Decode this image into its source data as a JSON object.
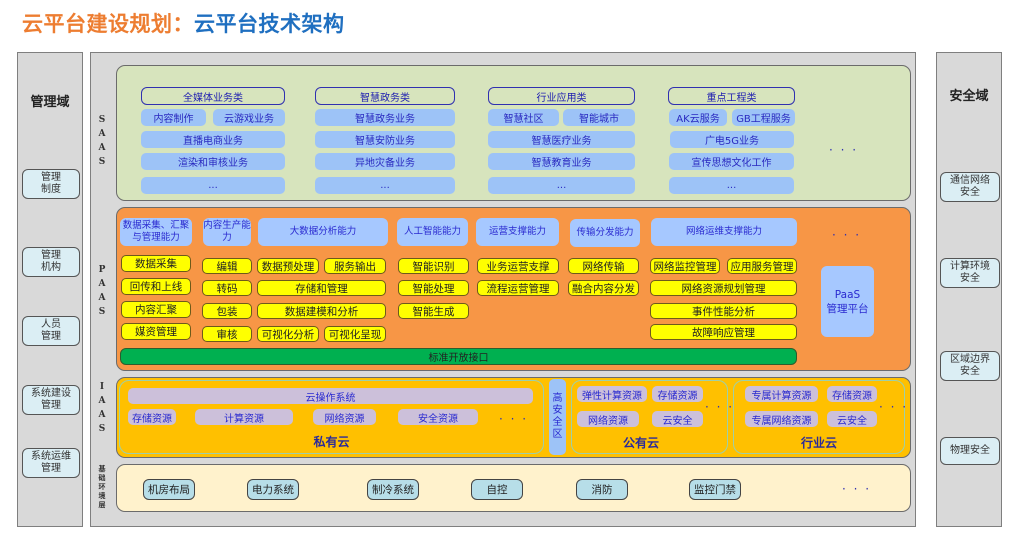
{
  "title": {
    "part1": "云平台建设规划：",
    "part2": "云平台技术架构"
  },
  "colors": {
    "orange": "#ED7D31",
    "blue": "#1F6FC0",
    "saas_bg": "#d7e4bd",
    "paas_bg": "#f79646",
    "iaas_bg": "#ffc000",
    "base_bg": "#fff2cc",
    "green_bar": "#00b050"
  },
  "mgmt_domain": {
    "title": "管理域",
    "items": [
      "管理\n制度",
      "管理\n机构",
      "人员\n管理",
      "系统建设\n管理",
      "系统运维\n管理"
    ]
  },
  "security_domain": {
    "title": "安全域",
    "items": [
      "通信网络\n安全",
      "计算环境\n安全",
      "区域边界\n安全",
      "物理安全"
    ]
  },
  "layer_labels": {
    "saas": "S\nA\nA\nS",
    "paas": "P\nA\nA\nS",
    "iaas": "I\nA\nA\nS",
    "base": "基\n础\n环\n境\n层"
  },
  "saas": {
    "groups": [
      {
        "title": "全媒体业务类",
        "pair": [
          "内容制作",
          "云游戏业务"
        ],
        "rows": [
          "直播电商业务",
          "渲染和审核业务",
          "..."
        ]
      },
      {
        "title": "智慧政务类",
        "rows": [
          "智慧政务业务",
          "智慧安防业务",
          "异地灾备业务",
          "..."
        ]
      },
      {
        "title": "行业应用类",
        "pair": [
          "智慧社区",
          "智能城市"
        ],
        "rows": [
          "智慧医疗业务",
          "智慧教育业务",
          "..."
        ]
      },
      {
        "title": "重点工程类",
        "pair": [
          "AK云服务",
          "GB工程服务"
        ],
        "rows": [
          "广电5G业务",
          "宣传思想文化工作",
          "..."
        ]
      }
    ],
    "more": "· · ·"
  },
  "paas": {
    "capabilities": [
      "数据采集、汇聚与管理能力",
      "内容生产能力",
      "大数据分析能力",
      "人工智能能力",
      "运营支撑能力",
      "传输分发能力",
      "网络运维支撑能力"
    ],
    "col1": [
      "数据采集",
      "回传和上线",
      "内容汇聚",
      "媒资管理"
    ],
    "col2": [
      "编辑",
      "转码",
      "包装",
      "审核"
    ],
    "bigdata": {
      "r1": [
        "数据预处理",
        "服务输出"
      ],
      "r2": "存储和管理",
      "r3": "数据建模和分析",
      "r4": [
        "可视化分析",
        "可视化呈现"
      ]
    },
    "ai": [
      "智能识别",
      "智能处理",
      "智能生成"
    ],
    "ops": [
      "业务运营支撑",
      "流程运营管理"
    ],
    "trans": [
      "网络传输",
      "融合内容分发"
    ],
    "netops": {
      "r1": [
        "网络监控管理",
        "应用服务管理"
      ],
      "rows": [
        "网络资源规划管理",
        "事件性能分析",
        "故障响应管理"
      ]
    },
    "more": "· · ·",
    "platform": "PaaS\n管理平台",
    "api_bar": "标准开放接口"
  },
  "iaas": {
    "private": {
      "os": "云操作系统",
      "items": [
        "存储资源",
        "计算资源",
        "网络资源",
        "安全资源"
      ],
      "more": "· · ·",
      "name": "私有云"
    },
    "secure_zone": "高\n安\n全\n区",
    "public": {
      "items": [
        "弹性计算资源",
        "存储资源",
        "网络资源",
        "云安全"
      ],
      "more": "· · ·",
      "name": "公有云"
    },
    "industry": {
      "items": [
        "专属计算资源",
        "存储资源",
        "专属网络资源",
        "云安全"
      ],
      "more": "· · ·",
      "name": "行业云"
    }
  },
  "base": {
    "items": [
      "机房布局",
      "电力系统",
      "制冷系统",
      "自控",
      "消防",
      "监控门禁"
    ],
    "more": "· · ·"
  }
}
